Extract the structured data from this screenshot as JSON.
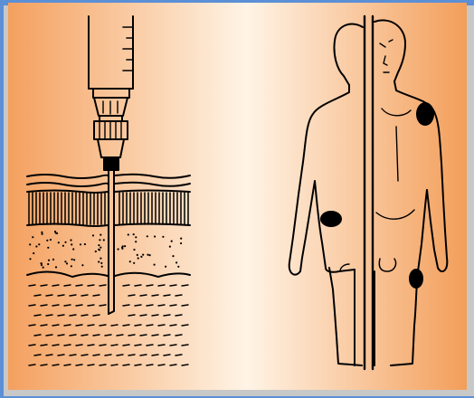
{
  "figure": {
    "panels": [
      {
        "id": "injection-cross-section",
        "depicts": "syringe-needle-through-skin-layers"
      },
      {
        "id": "injection-sites-body",
        "depicts": "front-back-body-outline"
      }
    ],
    "background": {
      "inner_light": "#fff6ea",
      "outer_warm": "#f6a766",
      "border_blue": "#5b8fd6",
      "shadow": "#c9c9c9"
    },
    "line_color": "#000000",
    "injection_sites": [
      {
        "location": "upper-arm-deltoid"
      },
      {
        "location": "abdomen"
      },
      {
        "location": "thigh"
      }
    ]
  }
}
